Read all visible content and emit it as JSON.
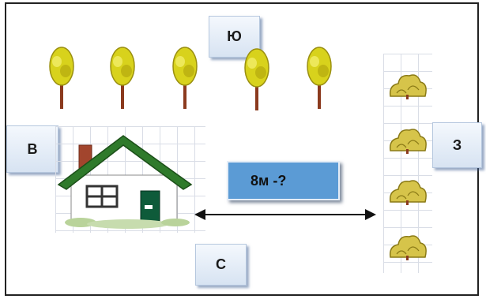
{
  "directions": {
    "north": "Ю",
    "west": "В",
    "east": "З",
    "south": "С"
  },
  "distance_question": "8м -?",
  "colors": {
    "roof": "#2f7a2b",
    "door": "#0e5b3a",
    "chimney": "#a2452d",
    "tree_crown": "#d8d21c",
    "trunk": "#8b3a1e",
    "bush": "#d6c44a",
    "label_box": "#5b9bd5"
  },
  "icons": [
    "tree-icon",
    "bush-icon",
    "house-icon",
    "double-arrow-icon"
  ]
}
